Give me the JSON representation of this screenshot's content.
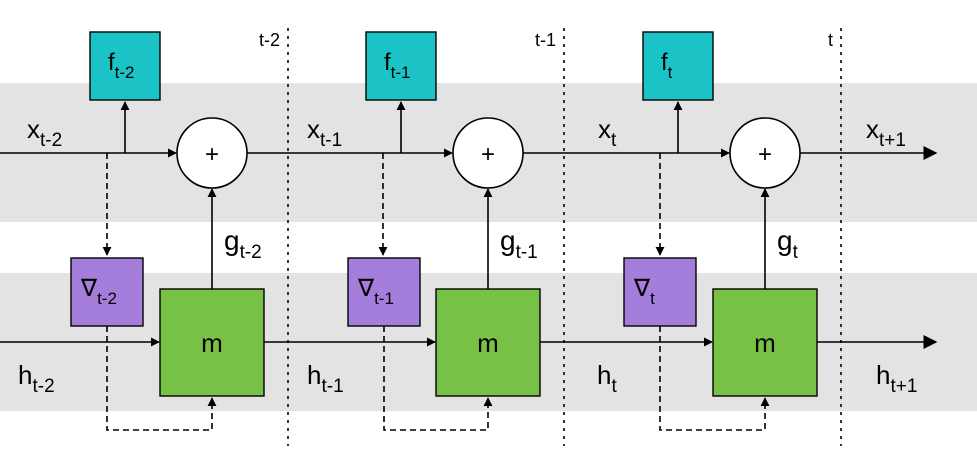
{
  "colors": {
    "band": "#e3e3e3",
    "f_box": "#1cc3c6",
    "grad_box": "#a57ddb",
    "m_box": "#78c147"
  },
  "x_labels": [
    {
      "base": "x",
      "sub": "t-2"
    },
    {
      "base": "x",
      "sub": "t-1"
    },
    {
      "base": "x",
      "sub": "t"
    },
    {
      "base": "x",
      "sub": "t+1"
    }
  ],
  "h_labels": [
    {
      "base": "h",
      "sub": "t-2"
    },
    {
      "base": "h",
      "sub": "t-1"
    },
    {
      "base": "h",
      "sub": "t"
    },
    {
      "base": "h",
      "sub": "t+1"
    }
  ],
  "steps": [
    {
      "timestep_label": "t-2",
      "f_box": {
        "base": "f",
        "sub": "t-2"
      },
      "grad_box": {
        "base": "∇",
        "sub": "t-2"
      },
      "g_label": {
        "base": "g",
        "sub": "t-2"
      },
      "m_label": "m",
      "sum_label": "+"
    },
    {
      "timestep_label": "t-1",
      "f_box": {
        "base": "f",
        "sub": "t-1"
      },
      "grad_box": {
        "base": "∇",
        "sub": "t-1"
      },
      "g_label": {
        "base": "g",
        "sub": "t-1"
      },
      "m_label": "m",
      "sum_label": "+"
    },
    {
      "timestep_label": "t",
      "f_box": {
        "base": "f",
        "sub": "t"
      },
      "grad_box": {
        "base": "∇",
        "sub": "t"
      },
      "g_label": {
        "base": "g",
        "sub": "t"
      },
      "m_label": "m",
      "sum_label": "+"
    }
  ]
}
